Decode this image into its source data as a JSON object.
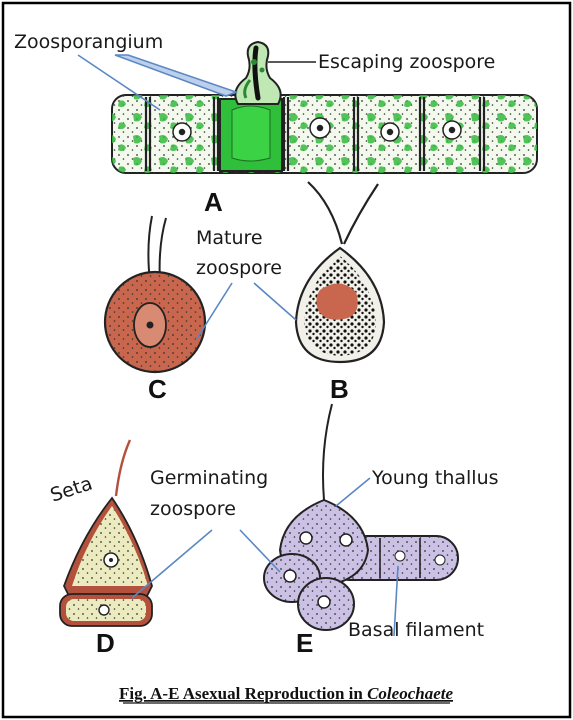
{
  "labels": {
    "zoosporangium": "Zoosporangium",
    "escaping_zoospore": "Escaping zoospore",
    "mature": "Mature",
    "zoospore_mature": "zoospore",
    "seta": "Seta",
    "germinating": "Germinating",
    "zoospore_germinating": "zoospore",
    "young_thallus": "Young thallus",
    "basal_filament": "Basal filament"
  },
  "panels": {
    "a": "A",
    "b": "B",
    "c": "C",
    "d": "D",
    "e": "E"
  },
  "caption": {
    "prefix": "Fig. A-E  Asexual Reproduction in ",
    "genus": "Coleochaete"
  },
  "colors": {
    "border": "#000000",
    "cell_green": "#2fbf3a",
    "cell_light": "#f4f9ee",
    "zoospore_brown": "#c8664e",
    "seta_brown": "#b4513c",
    "germ_cream": "#ecebbf",
    "thallus_lilac": "#cbc1e4",
    "pointer_blue": "#5b87c4"
  }
}
